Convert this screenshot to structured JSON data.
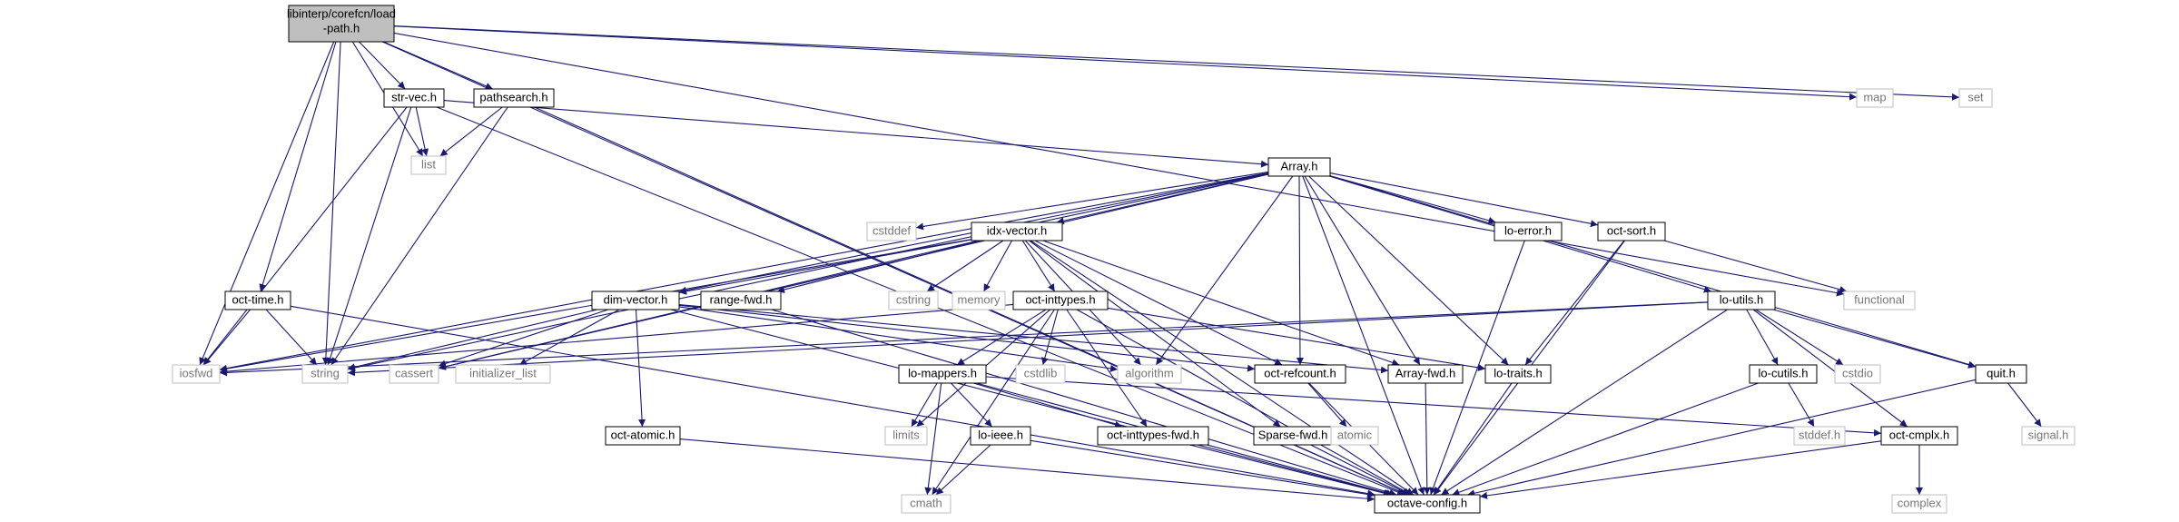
{
  "colors": {
    "edge": "#191970",
    "node_border": "#000000",
    "node_text": "#000000",
    "ext_border": "#bfbfbf",
    "ext_text": "#777777",
    "root_fill": "#bfbfbf",
    "node_fill": "#ffffff"
  },
  "nodes": [
    {
      "id": "root",
      "label": "libinterp/corefcn/load\n-path.h",
      "kind": "root"
    },
    {
      "id": "strvec",
      "label": "str-vec.h",
      "kind": "file"
    },
    {
      "id": "pathsearch",
      "label": "pathsearch.h",
      "kind": "file"
    },
    {
      "id": "map",
      "label": "map",
      "kind": "ext"
    },
    {
      "id": "set",
      "label": "set",
      "kind": "ext"
    },
    {
      "id": "list",
      "label": "list",
      "kind": "ext"
    },
    {
      "id": "arrayh",
      "label": "Array.h",
      "kind": "file"
    },
    {
      "id": "cstddef",
      "label": "cstddef",
      "kind": "ext"
    },
    {
      "id": "idxvector",
      "label": "idx-vector.h",
      "kind": "file"
    },
    {
      "id": "loerror",
      "label": "lo-error.h",
      "kind": "file"
    },
    {
      "id": "octsort",
      "label": "oct-sort.h",
      "kind": "file"
    },
    {
      "id": "functional",
      "label": "functional",
      "kind": "ext"
    },
    {
      "id": "octtime",
      "label": "oct-time.h",
      "kind": "file"
    },
    {
      "id": "dimvector",
      "label": "dim-vector.h",
      "kind": "file"
    },
    {
      "id": "rangefwd",
      "label": "range-fwd.h",
      "kind": "file"
    },
    {
      "id": "cstring",
      "label": "cstring",
      "kind": "ext"
    },
    {
      "id": "memory",
      "label": "memory",
      "kind": "ext"
    },
    {
      "id": "octinttypes",
      "label": "oct-inttypes.h",
      "kind": "file"
    },
    {
      "id": "loutils",
      "label": "lo-utils.h",
      "kind": "file"
    },
    {
      "id": "iosfwd",
      "label": "iosfwd",
      "kind": "ext"
    },
    {
      "id": "string",
      "label": "string",
      "kind": "ext"
    },
    {
      "id": "cassert",
      "label": "cassert",
      "kind": "ext"
    },
    {
      "id": "initlist",
      "label": "initializer_list",
      "kind": "ext"
    },
    {
      "id": "cstdlib",
      "label": "cstdlib",
      "kind": "ext"
    },
    {
      "id": "algorithm",
      "label": "algorithm",
      "kind": "ext"
    },
    {
      "id": "octrefcount",
      "label": "oct-refcount.h",
      "kind": "file"
    },
    {
      "id": "arrayfwd",
      "label": "Array-fwd.h",
      "kind": "file"
    },
    {
      "id": "lotraits",
      "label": "lo-traits.h",
      "kind": "file"
    },
    {
      "id": "cstdio",
      "label": "cstdio",
      "kind": "ext"
    },
    {
      "id": "quith",
      "label": "quit.h",
      "kind": "file"
    },
    {
      "id": "locutils",
      "label": "lo-cutils.h",
      "kind": "file"
    },
    {
      "id": "lomappers",
      "label": "lo-mappers.h",
      "kind": "file"
    },
    {
      "id": "limits",
      "label": "limits",
      "kind": "ext"
    },
    {
      "id": "loieee",
      "label": "lo-ieee.h",
      "kind": "file"
    },
    {
      "id": "octinttypesfwd",
      "label": "oct-inttypes-fwd.h",
      "kind": "file"
    },
    {
      "id": "sparsefwd",
      "label": "Sparse-fwd.h",
      "kind": "file"
    },
    {
      "id": "octatomic",
      "label": "oct-atomic.h",
      "kind": "file"
    },
    {
      "id": "atomic",
      "label": "atomic",
      "kind": "ext"
    },
    {
      "id": "stddef",
      "label": "stddef.h",
      "kind": "ext"
    },
    {
      "id": "octcmplx",
      "label": "oct-cmplx.h",
      "kind": "file"
    },
    {
      "id": "signalh",
      "label": "signal.h",
      "kind": "ext"
    },
    {
      "id": "cmath",
      "label": "cmath",
      "kind": "ext"
    },
    {
      "id": "octaveconfig",
      "label": "octave-config.h",
      "kind": "file"
    },
    {
      "id": "complex",
      "label": "complex",
      "kind": "ext"
    }
  ],
  "edges": [
    [
      "root",
      "strvec"
    ],
    [
      "root",
      "pathsearch"
    ],
    [
      "root",
      "map"
    ],
    [
      "root",
      "set"
    ],
    [
      "root",
      "list"
    ],
    [
      "root",
      "functional"
    ],
    [
      "root",
      "octtime"
    ],
    [
      "root",
      "iosfwd"
    ],
    [
      "root",
      "string"
    ],
    [
      "root",
      "octaveconfig"
    ],
    [
      "strvec",
      "list"
    ],
    [
      "strvec",
      "arrayh"
    ],
    [
      "strvec",
      "iosfwd"
    ],
    [
      "strvec",
      "string"
    ],
    [
      "strvec",
      "octaveconfig"
    ],
    [
      "pathsearch",
      "list"
    ],
    [
      "pathsearch",
      "string"
    ],
    [
      "pathsearch",
      "octaveconfig"
    ],
    [
      "arrayh",
      "cstddef"
    ],
    [
      "arrayh",
      "idxvector"
    ],
    [
      "arrayh",
      "loerror"
    ],
    [
      "arrayh",
      "octsort"
    ],
    [
      "arrayh",
      "loutils"
    ],
    [
      "arrayh",
      "dimvector"
    ],
    [
      "arrayh",
      "iosfwd"
    ],
    [
      "arrayh",
      "string"
    ],
    [
      "arrayh",
      "cassert"
    ],
    [
      "arrayh",
      "algorithm"
    ],
    [
      "arrayh",
      "octrefcount"
    ],
    [
      "arrayh",
      "arrayfwd"
    ],
    [
      "arrayh",
      "lotraits"
    ],
    [
      "arrayh",
      "quith"
    ],
    [
      "arrayh",
      "octaveconfig"
    ],
    [
      "idxvector",
      "dimvector"
    ],
    [
      "idxvector",
      "rangefwd"
    ],
    [
      "idxvector",
      "cstring"
    ],
    [
      "idxvector",
      "memory"
    ],
    [
      "idxvector",
      "octinttypes"
    ],
    [
      "idxvector",
      "iosfwd"
    ],
    [
      "idxvector",
      "cassert"
    ],
    [
      "idxvector",
      "algorithm"
    ],
    [
      "idxvector",
      "octrefcount"
    ],
    [
      "idxvector",
      "arrayfwd"
    ],
    [
      "idxvector",
      "sparsefwd"
    ],
    [
      "idxvector",
      "octaveconfig"
    ],
    [
      "loerror",
      "octaveconfig"
    ],
    [
      "octsort",
      "functional"
    ],
    [
      "octsort",
      "lotraits"
    ],
    [
      "octsort",
      "octaveconfig"
    ],
    [
      "octtime",
      "iosfwd"
    ],
    [
      "octtime",
      "string"
    ],
    [
      "octtime",
      "octaveconfig"
    ],
    [
      "dimvector",
      "string"
    ],
    [
      "dimvector",
      "cassert"
    ],
    [
      "dimvector",
      "initlist"
    ],
    [
      "dimvector",
      "algorithm"
    ],
    [
      "dimvector",
      "octrefcount"
    ],
    [
      "dimvector",
      "arrayfwd"
    ],
    [
      "dimvector",
      "octatomic"
    ],
    [
      "dimvector",
      "octaveconfig"
    ],
    [
      "rangefwd",
      "octaveconfig"
    ],
    [
      "octinttypes",
      "cstdlib"
    ],
    [
      "octinttypes",
      "limits"
    ],
    [
      "octinttypes",
      "iosfwd"
    ],
    [
      "octinttypes",
      "lomappers"
    ],
    [
      "octinttypes",
      "octinttypesfwd"
    ],
    [
      "octinttypes",
      "cmath"
    ],
    [
      "octinttypes",
      "octaveconfig"
    ],
    [
      "octinttypes",
      "lotraits"
    ],
    [
      "loutils",
      "cstdio"
    ],
    [
      "loutils",
      "iosfwd"
    ],
    [
      "loutils",
      "string"
    ],
    [
      "loutils",
      "locutils"
    ],
    [
      "loutils",
      "octcmplx"
    ],
    [
      "loutils",
      "quith"
    ],
    [
      "loutils",
      "octaveconfig"
    ],
    [
      "lomappers",
      "limits"
    ],
    [
      "lomappers",
      "loieee"
    ],
    [
      "lomappers",
      "octinttypesfwd"
    ],
    [
      "lomappers",
      "octcmplx"
    ],
    [
      "lomappers",
      "cmath"
    ],
    [
      "lomappers",
      "octaveconfig"
    ],
    [
      "loieee",
      "cmath"
    ],
    [
      "loieee",
      "octaveconfig"
    ],
    [
      "octinttypesfwd",
      "octaveconfig"
    ],
    [
      "octrefcount",
      "atomic"
    ],
    [
      "octrefcount",
      "octaveconfig"
    ],
    [
      "arrayfwd",
      "octaveconfig"
    ],
    [
      "lotraits",
      "octaveconfig"
    ],
    [
      "sparsefwd",
      "octaveconfig"
    ],
    [
      "octatomic",
      "octaveconfig"
    ],
    [
      "locutils",
      "stddef"
    ],
    [
      "locutils",
      "octaveconfig"
    ],
    [
      "octcmplx",
      "complex"
    ],
    [
      "octcmplx",
      "octaveconfig"
    ],
    [
      "quith",
      "signalh"
    ],
    [
      "quith",
      "octaveconfig"
    ]
  ]
}
